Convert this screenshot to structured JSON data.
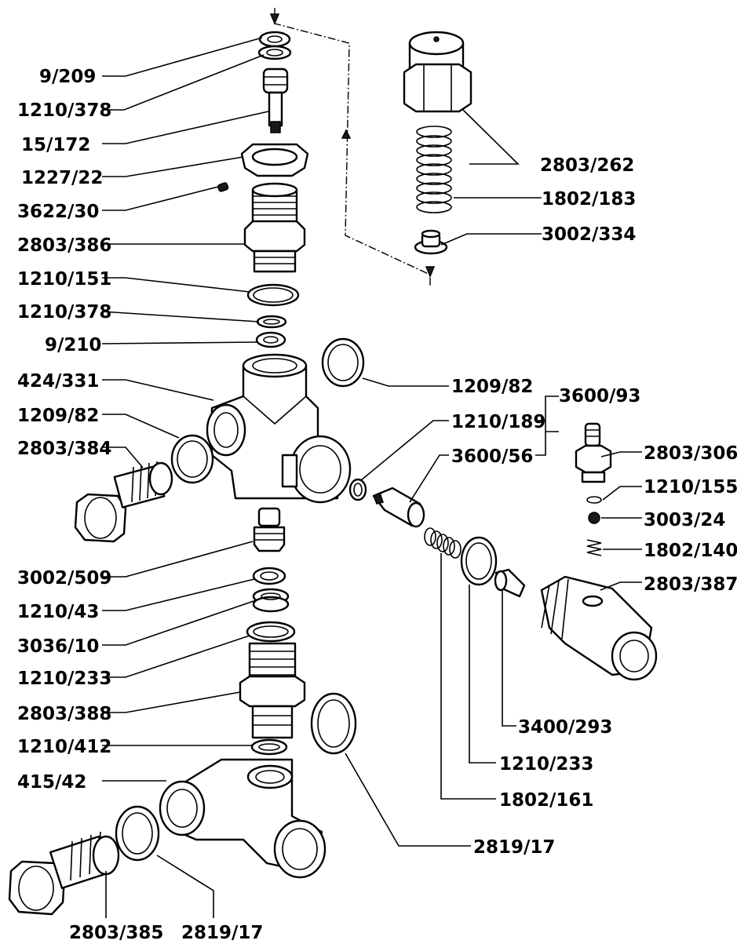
{
  "labels": {
    "l9_209": "9/209",
    "l1210_378_top": "1210/378",
    "l15_172": "15/172",
    "l1227_22": "1227/22",
    "l3622_30": "3622/30",
    "l2803_386": "2803/386",
    "l1210_151": "1210/151",
    "l1210_378_mid": "1210/378",
    "l9_210": "9/210",
    "l424_331": "424/331",
    "l1209_82_left": "1209/82",
    "l2803_384": "2803/384",
    "l3002_509": "3002/509",
    "l1210_43": "1210/43",
    "l3036_10": "3036/10",
    "l1210_233_left": "1210/233",
    "l2803_388": "2803/388",
    "l1210_412": "1210/412",
    "l415_42": "415/42",
    "l2803_385": "2803/385",
    "l2819_17_bottom": "2819/17",
    "l2803_262": "2803/262",
    "l1802_183": "1802/183",
    "l3002_334": "3002/334",
    "l1209_82_right": "1209/82",
    "l3600_93": "3600/93",
    "l1210_189": "1210/189",
    "l3600_56": "3600/56",
    "l2803_306": "2803/306",
    "l1210_155": "1210/155",
    "l3003_24": "3003/24",
    "l1802_140": "1802/140",
    "l2803_387": "2803/387",
    "l3400_293": "3400/293",
    "l1210_233_right": "1210/233",
    "l1802_161": "1802/161",
    "l2819_17_right": "2819/17"
  }
}
